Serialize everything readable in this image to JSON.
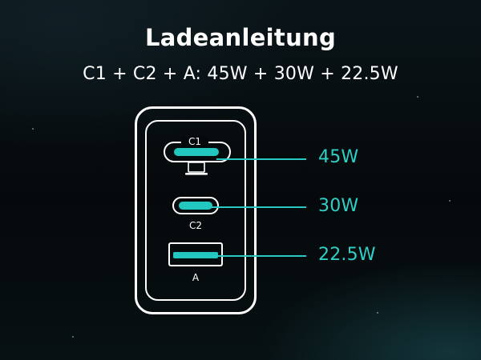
{
  "title": "Ladeanleitung",
  "subtitle": "C1 + C2 + A: 45W + 30W + 22.5W",
  "ports": {
    "c1": {
      "label": "C1",
      "power": "45W"
    },
    "c2": {
      "label": "C2",
      "power": "30W"
    },
    "a": {
      "label": "A",
      "power": "22.5W"
    }
  },
  "colors": {
    "accent": "#2fd0c8",
    "outline": "#ffffff",
    "background": "#05090b"
  },
  "icons": [
    "laptop-icon"
  ]
}
